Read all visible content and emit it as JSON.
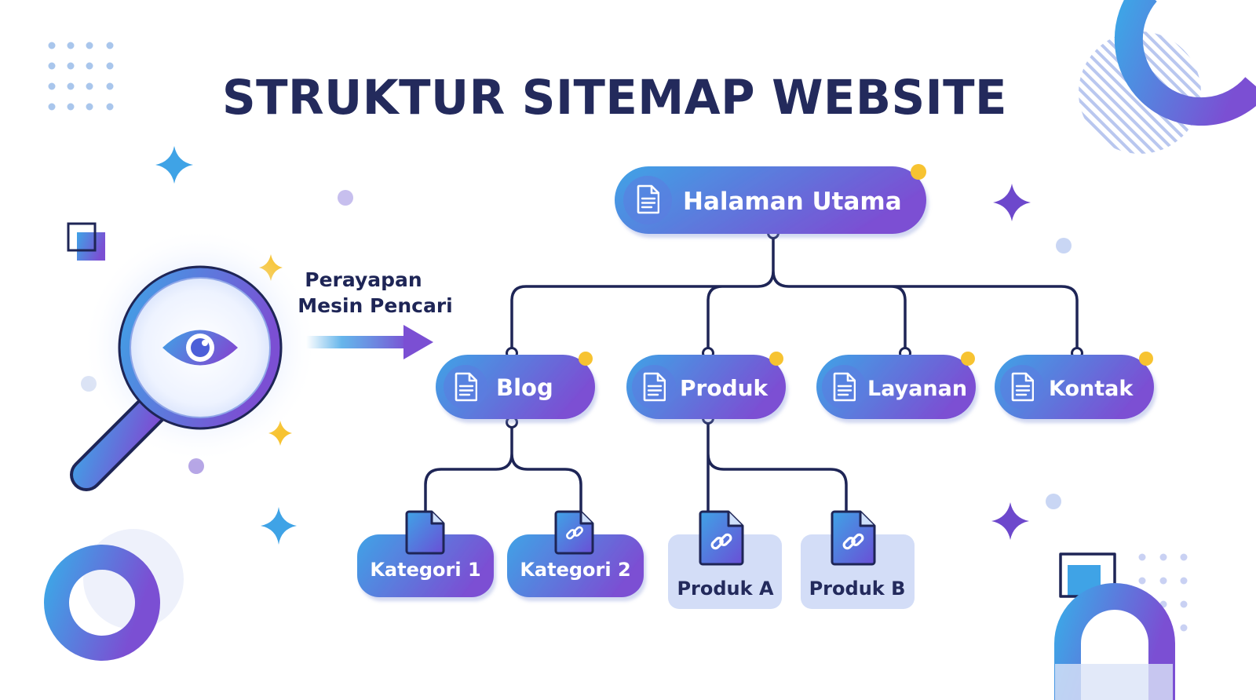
{
  "title": "STRUKTUR SITEMAP WEBSITE",
  "crawler": {
    "line1": "Perayapan",
    "line2": "Mesin Pencari",
    "icon": "magnifier-eye-icon"
  },
  "root": {
    "label": "Halaman Utama",
    "icon": "document-icon"
  },
  "sections": [
    {
      "label": "Blog",
      "icon": "document-icon"
    },
    {
      "label": "Produk",
      "icon": "document-icon"
    },
    {
      "label": "Layanan",
      "icon": "document-icon"
    },
    {
      "label": "Kontak",
      "icon": "document-icon"
    }
  ],
  "blog_children": [
    {
      "label": "Kategori 1",
      "icon": "document-icon"
    },
    {
      "label": "Kategori 2",
      "icon": "link-document-icon"
    }
  ],
  "produk_children": [
    {
      "label": "Produk A",
      "icon": "link-document-icon"
    },
    {
      "label": "Produk B",
      "icon": "link-document-icon"
    }
  ],
  "colors": {
    "title": "#232a5c",
    "gradient_start": "#3fa3e6",
    "gradient_end": "#7b4fd3",
    "connector": "#1e2556",
    "accent_dot": "#f7c331",
    "leaf_bg": "#d3ddf7"
  }
}
